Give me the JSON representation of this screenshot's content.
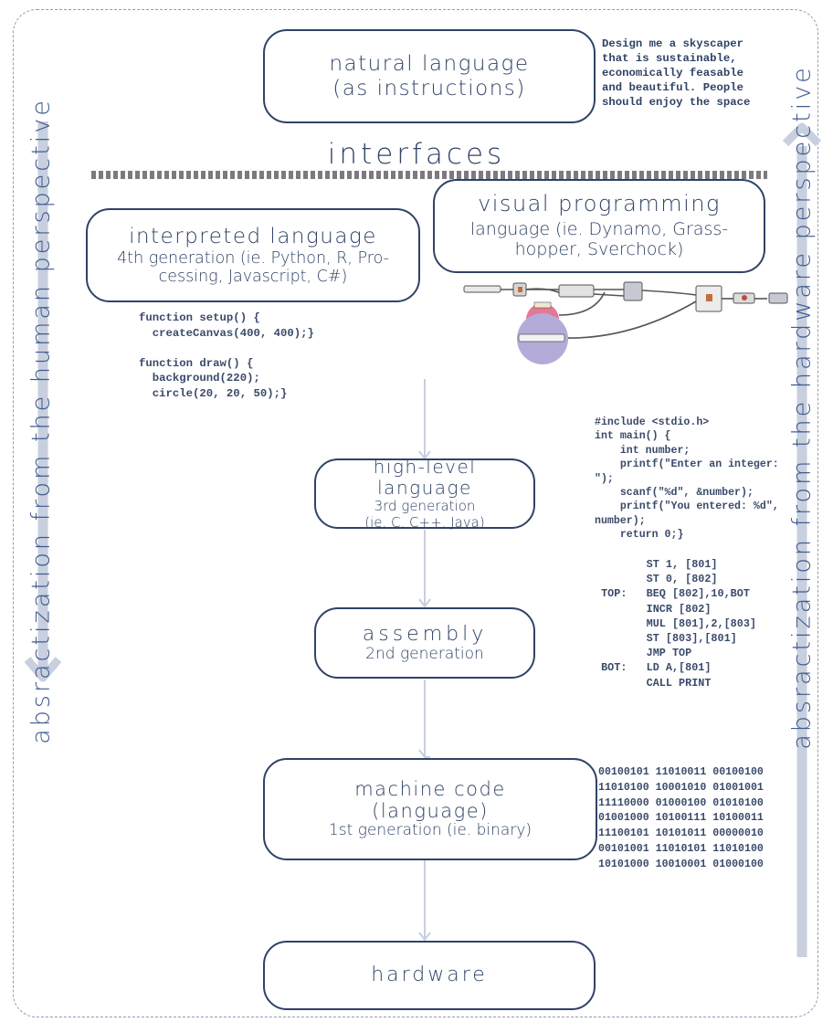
{
  "frame": {
    "style": "dashed-rounded-border"
  },
  "colors": {
    "primary": "#2f4366",
    "arrow": "#c8cfde",
    "accent": "#3f5b8e",
    "node_pink": "#e57896",
    "node_purple": "#b5abd8"
  },
  "left_axis": {
    "label": "absractization from the human perspective",
    "arrow": "down-arrow"
  },
  "right_axis": {
    "label": "absractization from the hardware perspective",
    "arrow": "up-arrow"
  },
  "natural_language": {
    "line1": "natural language",
    "line2": "(as instructions)",
    "example": "Design me a skyscaper\nthat is sustainable,\neconomically feasable\nand beautiful. People\nshould enjoy the space"
  },
  "interfaces": {
    "title": "interfaces"
  },
  "visual_programming": {
    "line1": "visual programming",
    "line2": "language (ie. Dynamo, Grass-",
    "line3": "hopper, Sverchock)",
    "graph_icon": "node-graph-icon"
  },
  "interpreted": {
    "line1": "interpreted  language",
    "line2": "4th generation (ie. Python, R, Pro-",
    "line3": "cessing, Javascript, C#)",
    "code": "function setup() {\n  createCanvas(400, 400);}\n\nfunction draw() {\n  background(220);\n  circle(20, 20, 50);}"
  },
  "high_level": {
    "line1": "high-level",
    "line2": "language",
    "line3": "3rd generation",
    "line4": "(ie. C, C++, Java)",
    "code": "#include <stdio.h>\nint main() {\n    int number;\n    printf(\"Enter an integer:\n\");\n    scanf(\"%d\", &number);\n    printf(\"You entered: %d\",\nnumber);\n    return 0;}"
  },
  "assembly": {
    "line1": "assembly",
    "line2": "2nd generation",
    "code": "        ST 1, [801]\n        ST 0, [802]\n TOP:   BEQ [802],10,BOT\n        INCR [802]\n        MUL [801],2,[803]\n        ST [803],[801]\n        JMP TOP\n BOT:   LD A,[801]\n        CALL PRINT"
  },
  "machine_code": {
    "line1": "machine code",
    "line2": "(language)",
    "line3": "1st generation (ie. binary)",
    "code": "00100101 11010011 00100100\n11010100 10001010 01001001\n11110000 01000100 01010100\n01001000 10100111 10100011\n11100101 10101011 00000010\n00101001 11010101 11010100\n10101000 10010001 01000100"
  },
  "hardware": {
    "label": "hardware"
  }
}
